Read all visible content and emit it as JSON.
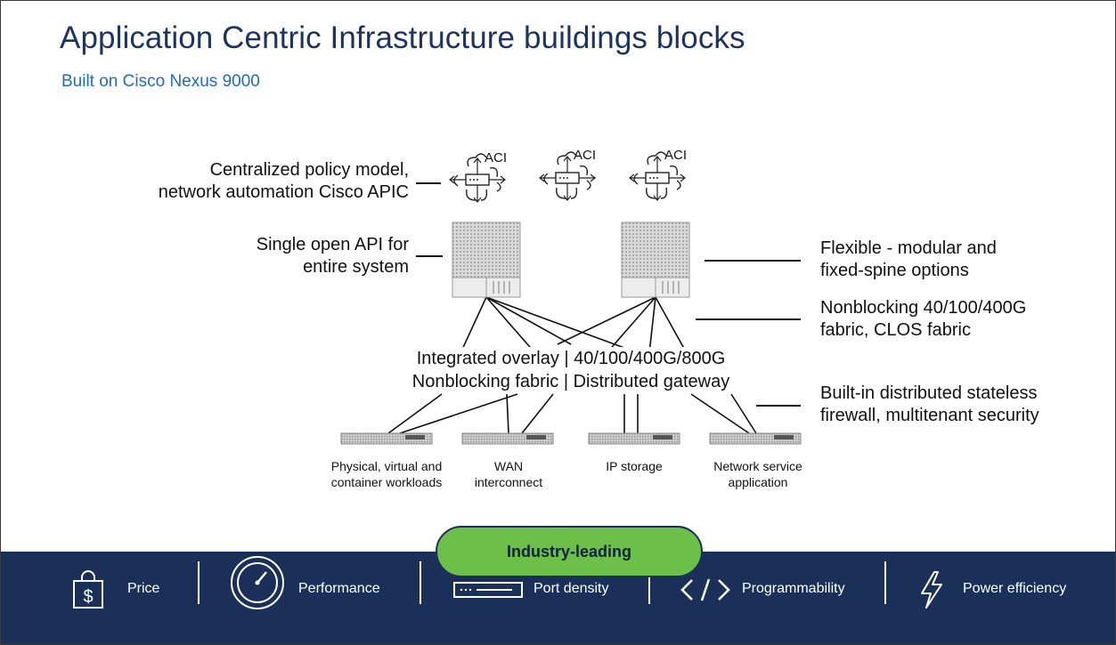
{
  "header": {
    "title": "Application Centric Infrastructure buildings blocks",
    "subtitle": "Built on Cisco Nexus 9000"
  },
  "diagram": {
    "apic_badge": "ACI",
    "left_labels": {
      "policy": [
        "Centralized policy model,",
        "network automation Cisco APIC"
      ],
      "api": [
        "Single open API for",
        "entire system"
      ]
    },
    "right_labels": {
      "spine": [
        "Flexible - modular and",
        "fixed-spine options"
      ],
      "fabric": [
        "Nonblocking 40/100/400G",
        "fabric, CLOS fabric"
      ],
      "firewall": [
        "Built-in distributed stateless",
        "firewall, multitenant security"
      ]
    },
    "center_text": [
      "Integrated overlay | 40/100/400G/800G",
      "Nonblocking fabric | Distributed gateway"
    ],
    "leaves": [
      [
        "Physical, virtual and",
        "container workloads"
      ],
      [
        "WAN",
        "interconnect"
      ],
      [
        "IP storage"
      ],
      [
        "Network service",
        "application"
      ]
    ]
  },
  "footer": {
    "pill": "Industry-leading",
    "items": {
      "price": "Price",
      "performance": "Performance",
      "port_density": "Port density",
      "programmability": "Programmability",
      "power": "Power efficiency"
    },
    "colors": {
      "bar": "#1b3058",
      "pill": "#6cc04a"
    }
  }
}
